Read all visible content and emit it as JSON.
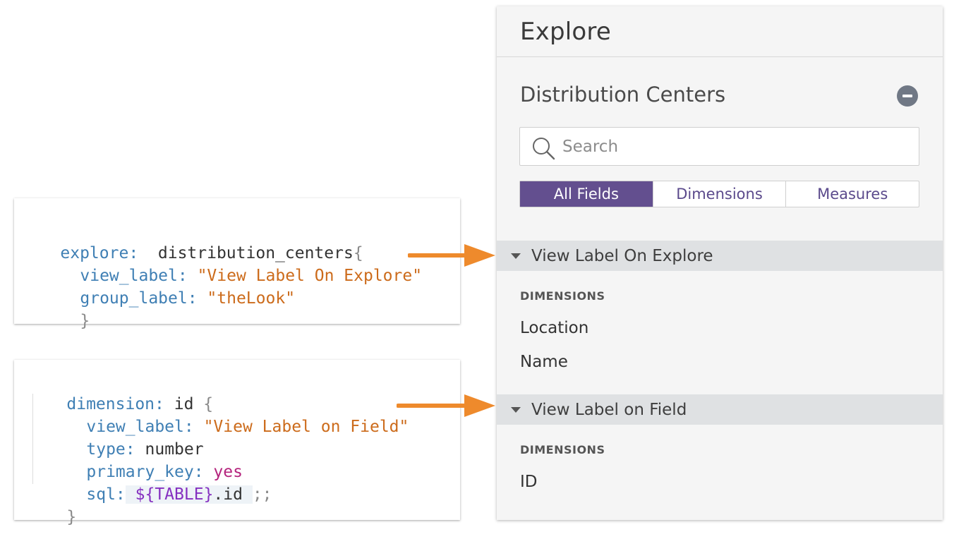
{
  "code_block_1": {
    "line1_kw": "explore:",
    "line1_name": "distribution_centers",
    "open_brace": "{",
    "line2_kw": "view_label:",
    "line2_val": "\"View Label On Explore\"",
    "line3_kw": "group_label:",
    "line3_val": "\"theLook\"",
    "close_brace": "}"
  },
  "code_block_2": {
    "line1_kw": "dimension:",
    "line1_name": "id",
    "open_brace": "{",
    "line2_kw": "view_label:",
    "line2_val": "\"View Label on Field\"",
    "line3_kw": "type:",
    "line3_val": "number",
    "line4_kw": "primary_key:",
    "line4_val": "yes",
    "line5_kw": "sql:",
    "line5_tpl": "${TABLE}",
    "line5_rest": ".id",
    "line5_end": ";;",
    "close_brace": "}"
  },
  "arrow_color": "#ee8a2c",
  "panel": {
    "title": "Explore",
    "section_title": "Distribution Centers",
    "search_placeholder": "Search",
    "tabs": [
      "All Fields",
      "Dimensions",
      "Measures"
    ],
    "active_tab": "All Fields",
    "groups": [
      {
        "label": "View Label On Explore",
        "header": "DIMENSIONS",
        "fields": [
          "Location",
          "Name"
        ]
      },
      {
        "label": "View Label on Field",
        "header": "DIMENSIONS",
        "fields": [
          "ID"
        ]
      }
    ]
  },
  "colors": {
    "accent": "#634f8f",
    "group_bar": "#dfe1e3",
    "keyword": "#3f7fb4",
    "string": "#cc6b1b"
  }
}
